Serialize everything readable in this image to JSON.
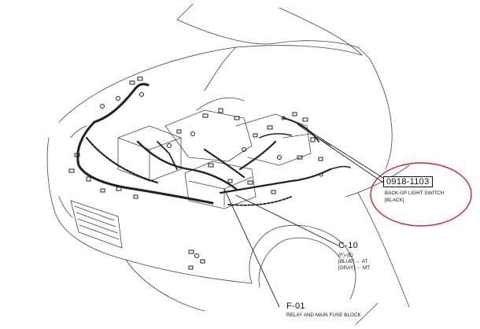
{
  "callouts": {
    "backup_switch": {
      "code": "0918-1103",
      "name": "BACK-UP LIGHT SWITCH",
      "color": "[BLACK]",
      "highlight_color": "#d42020"
    },
    "c10": {
      "code": "C-10",
      "pin_note": "(F)-(E)",
      "line_at": "[BLUE] ← AT",
      "line_mt": "[GRAY] ← MT"
    },
    "f01": {
      "code": "F-01",
      "name": "RELAY AND MAIN FUSE BLOCK"
    }
  }
}
